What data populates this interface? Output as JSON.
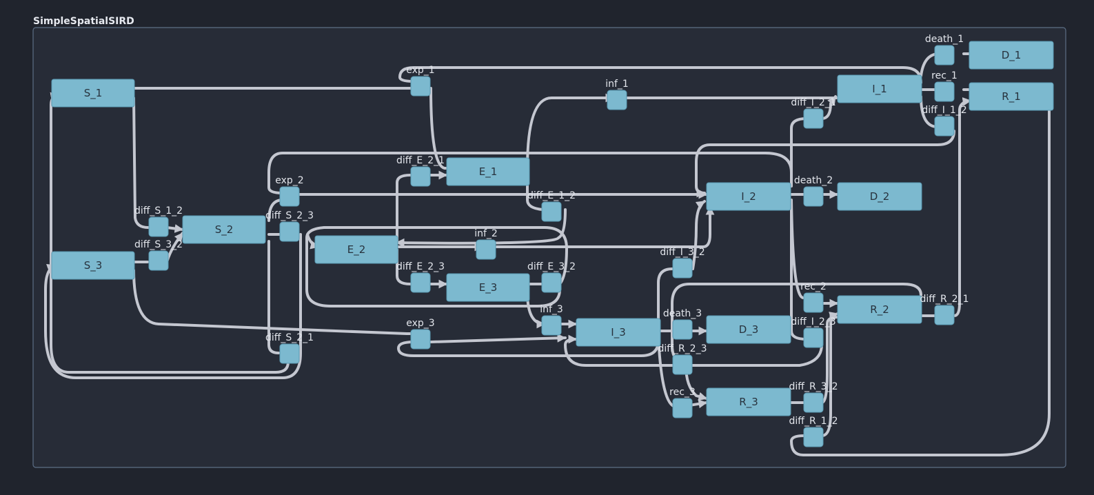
{
  "diagram": {
    "title": "SimpleSpatialSIRD",
    "states": [
      {
        "id": "S_1",
        "label": "S_1"
      },
      {
        "id": "S_2",
        "label": "S_2"
      },
      {
        "id": "S_3",
        "label": "S_3"
      },
      {
        "id": "E_1",
        "label": "E_1"
      },
      {
        "id": "E_2",
        "label": "E_2"
      },
      {
        "id": "E_3",
        "label": "E_3"
      },
      {
        "id": "I_1",
        "label": "I_1"
      },
      {
        "id": "I_2",
        "label": "I_2"
      },
      {
        "id": "I_3",
        "label": "I_3"
      },
      {
        "id": "R_1",
        "label": "R_1"
      },
      {
        "id": "R_2",
        "label": "R_2"
      },
      {
        "id": "R_3",
        "label": "R_3"
      },
      {
        "id": "D_1",
        "label": "D_1"
      },
      {
        "id": "D_2",
        "label": "D_2"
      },
      {
        "id": "D_3",
        "label": "D_3"
      }
    ],
    "transitions": [
      {
        "id": "exp_1",
        "label": "exp_1"
      },
      {
        "id": "exp_2",
        "label": "exp_2"
      },
      {
        "id": "exp_3",
        "label": "exp_3"
      },
      {
        "id": "inf_1",
        "label": "inf_1"
      },
      {
        "id": "inf_2",
        "label": "inf_2"
      },
      {
        "id": "inf_3",
        "label": "inf_3"
      },
      {
        "id": "rec_1",
        "label": "rec_1"
      },
      {
        "id": "rec_2",
        "label": "rec_2"
      },
      {
        "id": "rec_3",
        "label": "rec_3"
      },
      {
        "id": "death_1",
        "label": "death_1"
      },
      {
        "id": "death_2",
        "label": "death_2"
      },
      {
        "id": "death_3",
        "label": "death_3"
      },
      {
        "id": "diff_S_1_2",
        "label": "diff_S_1_2"
      },
      {
        "id": "diff_S_3_2",
        "label": "diff_S_3_2"
      },
      {
        "id": "diff_S_2_3",
        "label": "diff_S_2_3"
      },
      {
        "id": "diff_S_2_1",
        "label": "diff_S_2_1"
      },
      {
        "id": "diff_E_2_1",
        "label": "diff_E_2_1"
      },
      {
        "id": "diff_E_1_2",
        "label": "diff_E_1_2"
      },
      {
        "id": "diff_E_2_3",
        "label": "diff_E_2_3"
      },
      {
        "id": "diff_E_3_2",
        "label": "diff_E_3_2"
      },
      {
        "id": "diff_I_2_1",
        "label": "diff_I_2_1"
      },
      {
        "id": "diff_I_1_2",
        "label": "diff_I_1_2"
      },
      {
        "id": "diff_I_3_2",
        "label": "diff_I_3_2"
      },
      {
        "id": "diff_I_2_3",
        "label": "diff_I_2_3"
      },
      {
        "id": "diff_R_2_1",
        "label": "diff_R_2_1"
      },
      {
        "id": "diff_R_1_2",
        "label": "diff_R_1_2"
      },
      {
        "id": "diff_R_3_2",
        "label": "diff_R_3_2"
      },
      {
        "id": "diff_R_2_3",
        "label": "diff_R_2_3"
      }
    ]
  }
}
